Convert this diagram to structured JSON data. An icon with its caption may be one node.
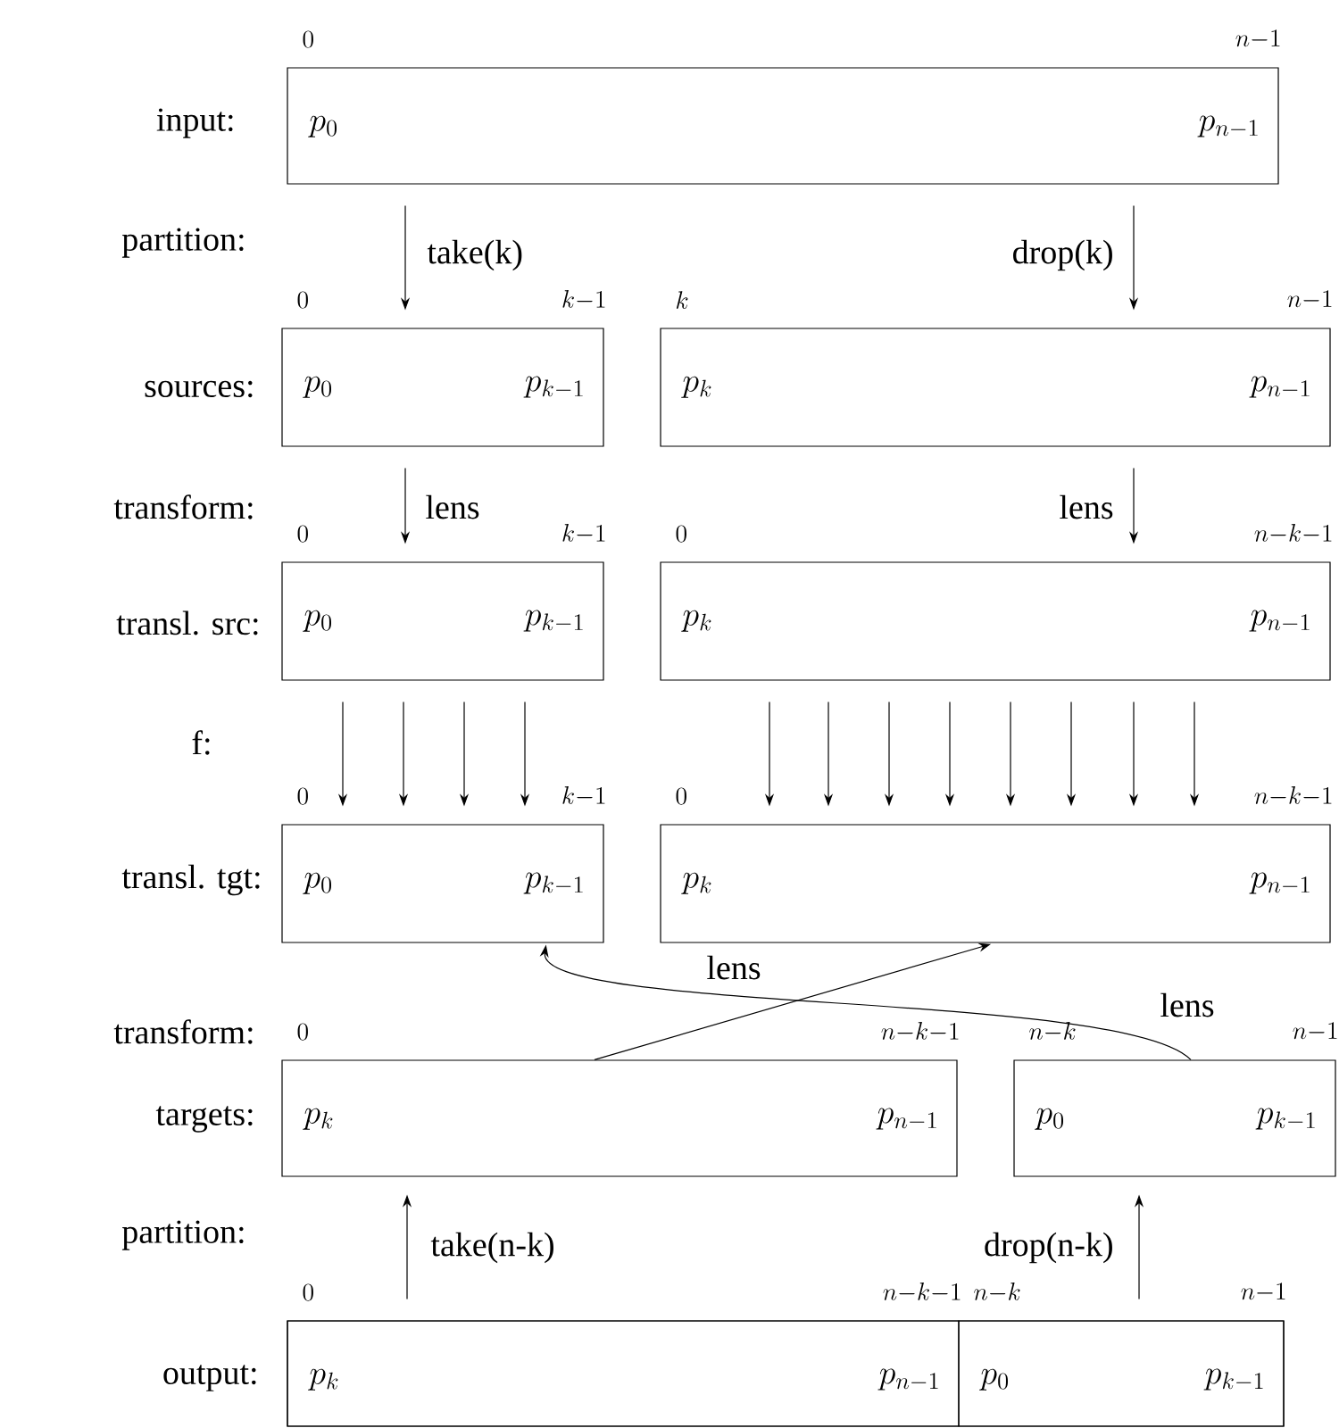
{
  "diagram": {
    "nodes": [
      {
        "text": [
          "p_{0}",
          "p_{n-1}"
        ],
        "beside": [
          "0",
          "n-1"
        ]
      },
      {
        "text": [
          "p_{0}",
          "p_{k-1}"
        ],
        "beside": [
          "0",
          "k-1"
        ]
      },
      {
        "text": [
          "p_{k}",
          "p_{n-1}"
        ],
        "beside": [
          "k",
          "n-1"
        ]
      },
      {
        "text": [
          "p_{0}",
          "p_{k-1}"
        ],
        "beside": [
          "0",
          "k-1"
        ]
      },
      {
        "text": [
          "p_{k}",
          "p_{n-1}"
        ],
        "beside": [
          "0",
          "n-k-1"
        ]
      },
      {
        "text": [
          "p_{0}",
          "p_{k-1}"
        ],
        "beside": [
          "0",
          "k-1"
        ]
      },
      {
        "text": [
          "p_{k}",
          "p_{n-1}"
        ],
        "beside": [
          "0",
          "n-k-1"
        ]
      },
      {
        "text": [
          "p_{k}",
          "p_{n-1}"
        ],
        "beside": [
          "0",
          "n-k-1"
        ]
      },
      {
        "text": [
          "p_{0}",
          "p_{k-1}"
        ],
        "beside": [
          "n-k",
          "n-1"
        ]
      },
      {
        "text": [],
        "shape": "box"
      },
      {
        "text": [
          "p_{k}",
          "p_{n-1}"
        ],
        "beside": [
          "0",
          "n-k-1"
        ],
        "in": 9
      },
      {
        "text": [
          "p_{0}",
          "p_{k-1}"
        ],
        "beside": [
          "n-k",
          "n-1"
        ],
        "in": 9
      }
    ],
    "edges": [
      {
        "from": 0,
        "to": 1,
        "arrow": "to",
        "label": "take(k)"
      },
      {
        "from": 0,
        "to": 2,
        "arrow": "to",
        "label": "drop(k)"
      },
      {
        "from": 1,
        "to": 3,
        "arrow": "to",
        "label": "lens"
      },
      {
        "from": 2,
        "to": 4,
        "arrow": "to",
        "label": "lens"
      },
      {
        "from": 3,
        "to": 5,
        "arrow": "to"
      },
      {
        "from": 3,
        "to": 5,
        "arrow": "to"
      },
      {
        "from": 3,
        "to": 5,
        "arrow": "to"
      },
      {
        "from": 3,
        "to": 5,
        "arrow": "to"
      },
      {
        "from": 4,
        "to": 6,
        "arrow": "to"
      },
      {
        "from": 4,
        "to": 6,
        "arrow": "to"
      },
      {
        "from": 4,
        "to": 6,
        "arrow": "to"
      },
      {
        "from": 4,
        "to": 6,
        "arrow": "to"
      },
      {
        "from": 4,
        "to": 6,
        "arrow": "to"
      },
      {
        "from": 4,
        "to": 6,
        "arrow": "to"
      },
      {
        "from": 4,
        "to": 6,
        "arrow": "to"
      },
      {
        "from": 4,
        "to": 6,
        "arrow": "to"
      },
      {
        "from": 7,
        "to": 6,
        "arrow": "to",
        "label": "lens"
      },
      {
        "from": 8,
        "to": 5,
        "arrow": "to",
        "label": "lens"
      },
      {
        "from": 10,
        "to": 7,
        "arrow": "to",
        "label": "take(n-k)"
      },
      {
        "from": 11,
        "to": 8,
        "arrow": "to",
        "label": "drop(n-k)"
      }
    ],
    "labels": [
      "input:",
      "partition:",
      "sources:",
      "transform:",
      "transl. src:",
      "f:",
      "transl. tgt:",
      "transform:",
      "targets:",
      "partition:",
      "output:"
    ]
  }
}
